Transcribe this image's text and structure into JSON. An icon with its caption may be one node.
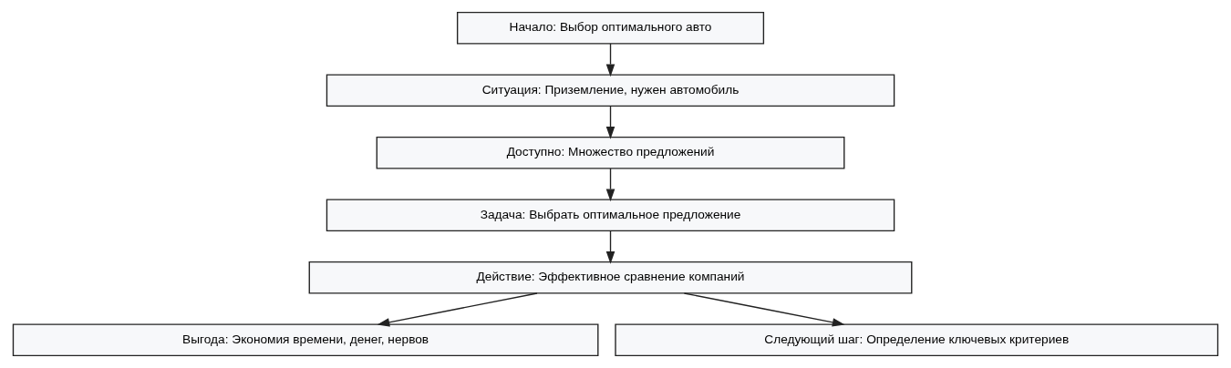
{
  "diagram": {
    "nodes": [
      {
        "text": [
          "Начало: Выбор оптимального авто"
        ]
      },
      {
        "text": [
          "Ситуация: Приземление, нужен автомобиль"
        ]
      },
      {
        "text": [
          "Доступно: Множество предложений"
        ]
      },
      {
        "text": [
          "Задача: Выбрать оптимальное предложение"
        ]
      },
      {
        "text": [
          "Действие: Эффективное сравнение компаний"
        ]
      },
      {
        "text": [
          "Выгода: Экономия времени, денег, нервов"
        ]
      },
      {
        "text": [
          "Следующий шаг: Определение ключевых критериев"
        ]
      }
    ],
    "edges": [
      {
        "from": 0,
        "to": 1,
        "arrow": "to"
      },
      {
        "from": 1,
        "to": 2,
        "arrow": "to"
      },
      {
        "from": 2,
        "to": 3,
        "arrow": "to"
      },
      {
        "from": 3,
        "to": 4,
        "arrow": "to"
      },
      {
        "from": 4,
        "to": 5,
        "arrow": "to"
      },
      {
        "from": 4,
        "to": 6,
        "arrow": "to"
      }
    ]
  }
}
